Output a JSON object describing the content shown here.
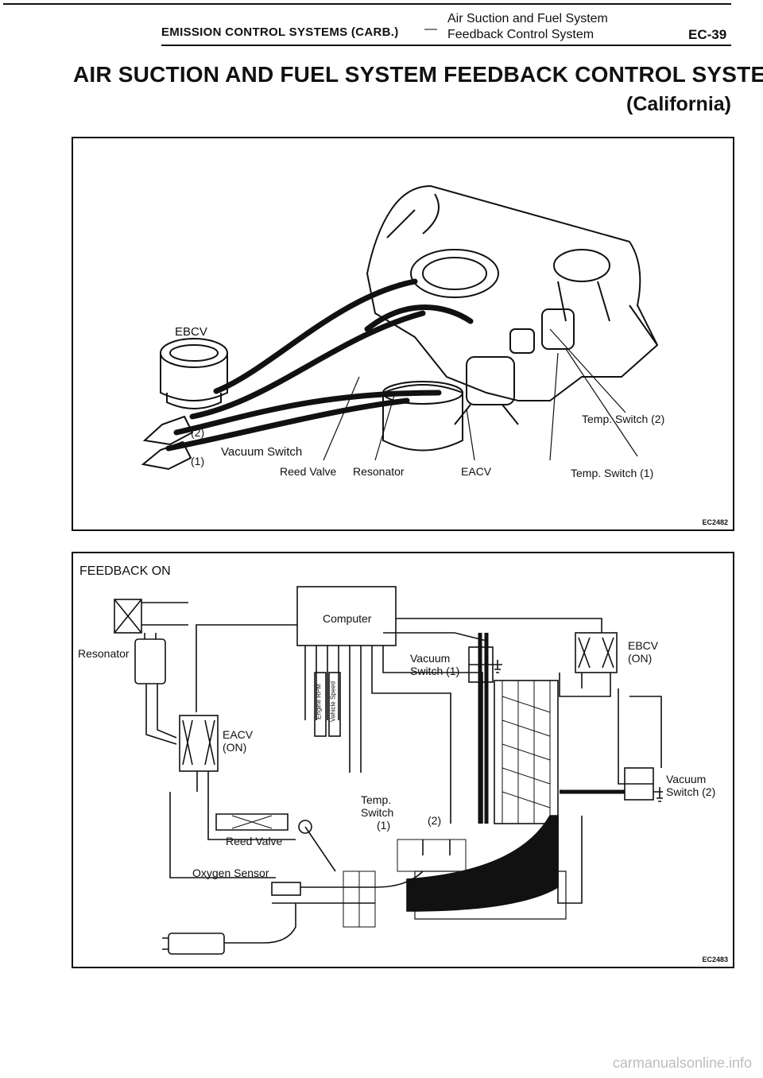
{
  "header": {
    "section": "EMISSION CONTROL SYSTEMS (CARB.)",
    "dash": "—",
    "subsection_line1": "Air Suction and Fuel System",
    "subsection_line2": "Feedback Control System",
    "page_number": "EC-39"
  },
  "title": "AIR SUCTION AND FUEL SYSTEM FEEDBACK CONTROL SYSTEM",
  "subtitle": "(California)",
  "figure1": {
    "code": "EC2482",
    "labels": {
      "ebcv": "EBCV",
      "vacuum_switch_2": "(2)",
      "vacuum_switch": "Vacuum Switch",
      "vacuum_switch_1": "(1)",
      "reed_valve": "Reed Valve",
      "resonator": "Resonator",
      "eacv": "EACV",
      "temp_switch_2": "Temp. Switch (2)",
      "temp_switch_1": "Temp. Switch (1)"
    }
  },
  "figure2": {
    "code": "EC2483",
    "heading": "FEEDBACK ON",
    "labels": {
      "computer": "Computer",
      "resonator": "Resonator",
      "vacuum_switch_1_a": "Vacuum",
      "vacuum_switch_1_b": "Switch (1)",
      "ebcv": "EBCV",
      "ebcv_state": "(ON)",
      "engine_rpm": "Engine RPM",
      "vehicle_speed": "Vehicle Speed",
      "eacv": "EACV",
      "eacv_state": "(ON)",
      "vacuum_switch_2_a": "Vacuum",
      "vacuum_switch_2_b": "Switch (2)",
      "temp_switch_a": "Temp.",
      "temp_switch_b": "Switch",
      "temp_switch_1": "(1)",
      "temp_switch_2": "(2)",
      "reed_valve": "Reed Valve",
      "oxygen_sensor": "Oxygen Sensor"
    }
  },
  "watermark": "carmanualsonline.info"
}
